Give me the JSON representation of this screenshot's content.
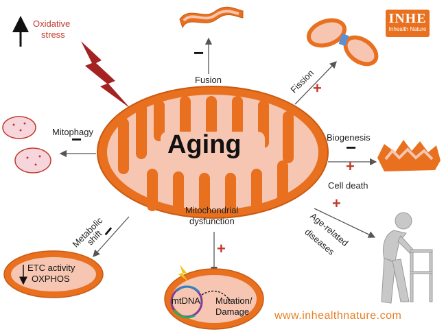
{
  "logo": {
    "title": "INHE",
    "subtitle": "Inhealth Nature"
  },
  "center": {
    "label": "Aging"
  },
  "stress": {
    "label_line1": "Oxidative",
    "label_line2": "stress"
  },
  "fusion": {
    "label": "Fusion",
    "sign": "−"
  },
  "fission": {
    "label": "Fission",
    "sign": "+"
  },
  "mitophagy": {
    "label": "Mitophagy",
    "sign": "−"
  },
  "biogenesis": {
    "label": "Biogenesis",
    "sign": "−"
  },
  "cell_death": {
    "label": "Cell death",
    "sign": "+"
  },
  "metabolic": {
    "label_line1": "Metabolic",
    "label_line2": "shift",
    "sign": "−"
  },
  "dysfunction": {
    "label_line1": "Mitochondrial",
    "label_line2": "dysfunction",
    "sign": "+"
  },
  "age_related": {
    "label_line1": "Age-related",
    "label_line2": "diseases",
    "sign": "+"
  },
  "etc_box": {
    "line1": "ETC activity",
    "line2": "OXPHOS"
  },
  "mtdna_box": {
    "dna_label": "mtDNA",
    "line1": "Mutation/",
    "line2": "Damage"
  },
  "website": "www.inhealthnature.com",
  "colors": {
    "mito_orange": "#e8701f",
    "inner_pink": "#f7c9b8",
    "sign_red": "#c0392b",
    "arrow_grey": "#555555",
    "bolt_red": "#b22222"
  }
}
